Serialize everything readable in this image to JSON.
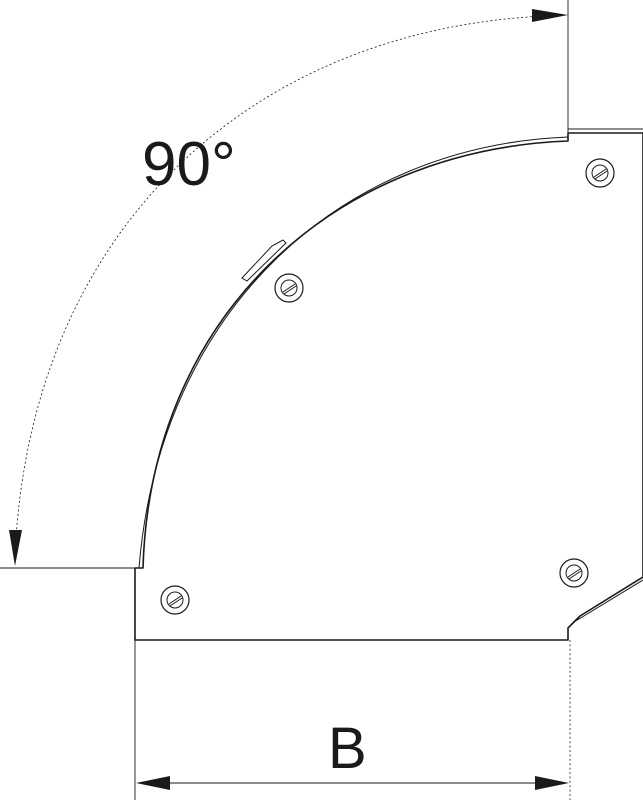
{
  "dimensions": {
    "angle_label": "90°",
    "width_label": "B"
  },
  "parts": {
    "screws": [
      {
        "name": "screw-top-right"
      },
      {
        "name": "screw-curve"
      },
      {
        "name": "screw-bottom-left"
      },
      {
        "name": "screw-bottom-right"
      }
    ]
  }
}
